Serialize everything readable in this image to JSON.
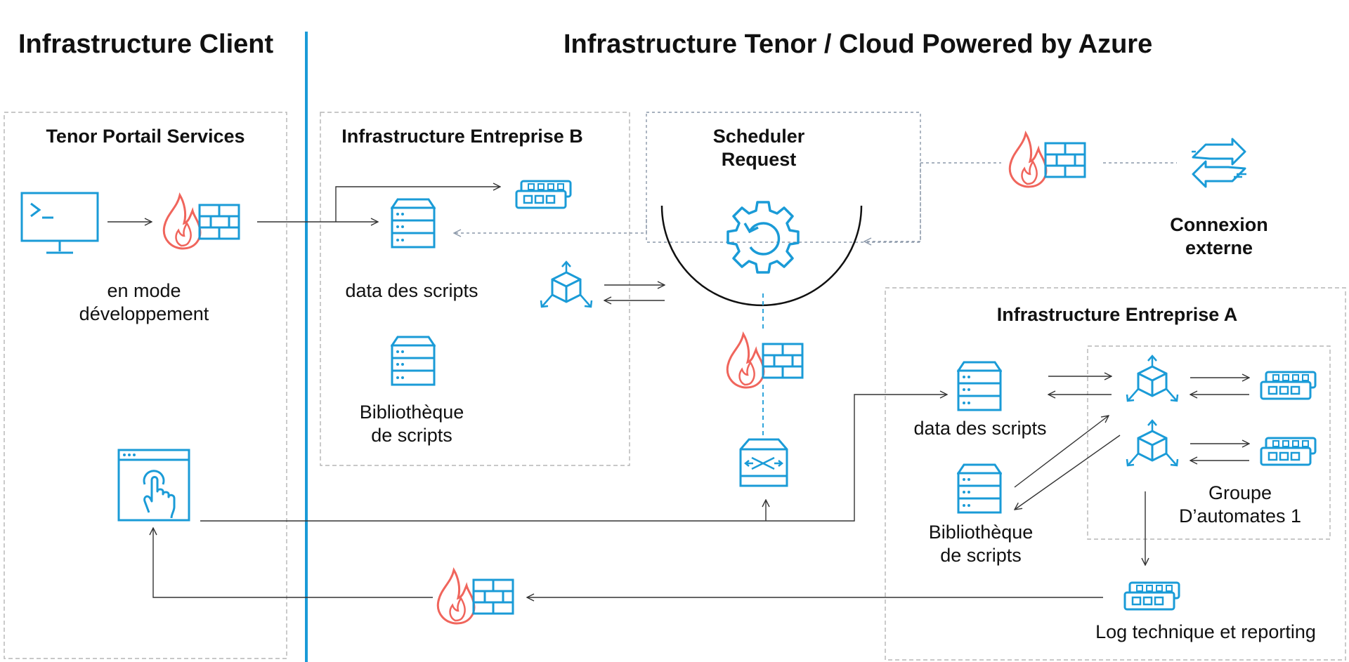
{
  "headers": {
    "client": "Infrastructure Client",
    "cloud": "Infrastructure Tenor / Cloud Powered by Azure"
  },
  "boxes": {
    "portail": "Tenor Portail Services",
    "entreprise_b": "Infrastructure Entreprise B",
    "entreprise_a": "Infrastructure Entreprise A"
  },
  "labels": {
    "dev_mode_1": "en mode",
    "dev_mode_2": "développement",
    "b_data": "data des scripts",
    "b_lib_1": "Bibliothèque",
    "b_lib_2": "de scripts",
    "scheduler_1": "Scheduler",
    "scheduler_2": "Request",
    "connexion_1": "Connexion",
    "connexion_2": "externe",
    "a_data": "data des scripts",
    "a_lib_1": "Bibliothèque",
    "a_lib_2": "de scripts",
    "groupe_1": "Groupe",
    "groupe_2": "D’automates 1",
    "log": "Log technique et reporting"
  },
  "colors": {
    "accent_blue": "#1a9bd7",
    "firewall_red": "#f0655c",
    "dashed_gray": "#b5b5b5",
    "line": "#333333"
  },
  "icons": [
    "terminal-monitor-icon",
    "firewall-icon",
    "server-icon",
    "memory-module-icon",
    "3d-cube-icon",
    "gear-refresh-icon",
    "router-icon",
    "exchange-arrows-icon",
    "touch-click-icon"
  ]
}
